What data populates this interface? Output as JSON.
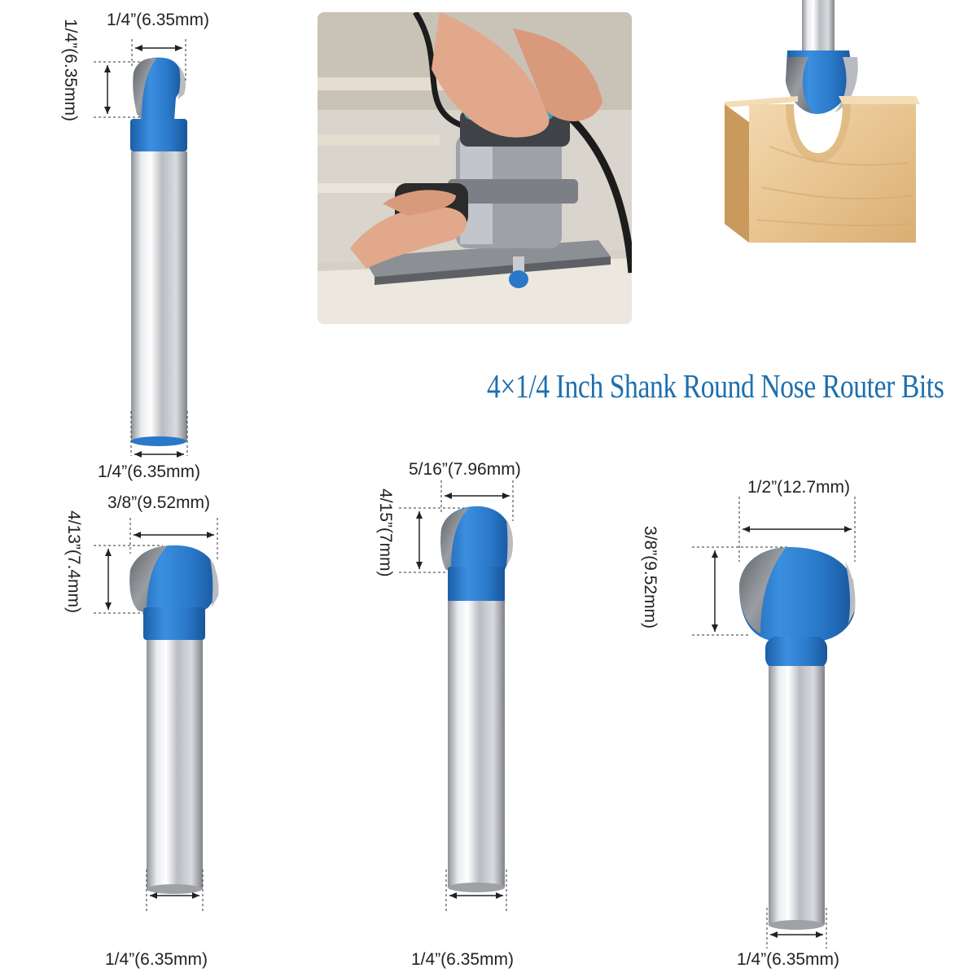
{
  "title": "4×1/4 Inch Shank Round Nose Router Bits",
  "colors": {
    "title": "#1d6fae",
    "bit_blue": "#2a78c9",
    "shank_silver": "#c8cbd0",
    "carbide": "#7d8186"
  },
  "bits": [
    {
      "cutting_width": "1/4”(6.35mm)",
      "cutting_height": "1/4”(6.35mm)",
      "shank_diameter": "1/4”(6.35mm)"
    },
    {
      "cutting_width": "3/8”(9.52mm)",
      "cutting_height": "4/13”(7.4mm)",
      "shank_diameter": "1/4”(6.35mm)"
    },
    {
      "cutting_width": "5/16”(7.96mm)",
      "cutting_height": "4/15”(7mm)",
      "shank_diameter": "1/4”(6.35mm)"
    },
    {
      "cutting_width": "1/2”(12.7mm)",
      "cutting_height": "3/8”(9.52mm)",
      "shank_diameter": "1/4”(6.35mm)"
    }
  ]
}
